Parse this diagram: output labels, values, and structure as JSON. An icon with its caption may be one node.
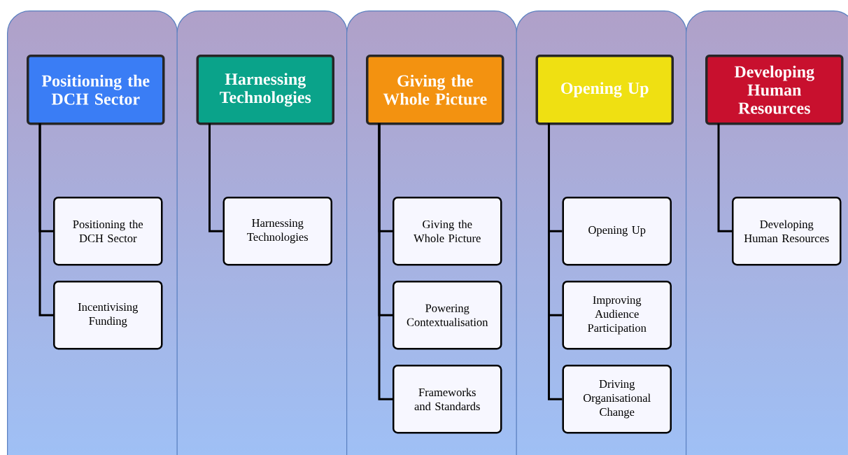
{
  "diagram": {
    "nodes": [
      {
        "text": [],
        "shape": "box"
      },
      {
        "text": [
          "Positioning the DCH Sector"
        ],
        "in": 0
      },
      {
        "text": [
          "Positioning the DCH Sector"
        ],
        "in": 0
      },
      {
        "text": [
          "Incentivising Funding"
        ],
        "in": 0
      },
      {
        "text": [],
        "shape": "box"
      },
      {
        "text": [
          "Harnessing Technologies"
        ],
        "in": 4
      },
      {
        "text": [
          "Harnessing Technologies"
        ],
        "in": 4
      },
      {
        "text": [],
        "shape": "box"
      },
      {
        "text": [
          "Giving the Whole Picture"
        ],
        "in": 7
      },
      {
        "text": [
          "Giving the Whole Picture"
        ],
        "in": 7
      },
      {
        "text": [
          "Powering Contextualisation"
        ],
        "in": 7
      },
      {
        "text": [
          "Frameworks and Standards"
        ],
        "in": 7
      },
      {
        "text": [],
        "shape": "box"
      },
      {
        "text": [
          "Opening Up"
        ],
        "in": 12
      },
      {
        "text": [
          "Opening Up"
        ],
        "in": 12
      },
      {
        "text": [
          "Improving Audience Participation"
        ],
        "in": 12
      },
      {
        "text": [
          "Driving Organisational Change"
        ],
        "in": 12
      },
      {
        "text": [],
        "shape": "box"
      },
      {
        "text": [
          "Developing Human Resources"
        ],
        "in": 17
      },
      {
        "text": [
          "Developing Human Resources"
        ],
        "in": 17
      }
    ],
    "edges": [
      {
        "from": 1,
        "to": 2,
        "arrow": "none"
      },
      {
        "from": 1,
        "to": 3,
        "arrow": "none"
      },
      {
        "from": 5,
        "to": 6,
        "arrow": "none"
      },
      {
        "from": 8,
        "to": 9,
        "arrow": "none"
      },
      {
        "from": 8,
        "to": 10,
        "arrow": "none"
      },
      {
        "from": 8,
        "to": 11,
        "arrow": "none"
      },
      {
        "from": 13,
        "to": 14,
        "arrow": "none"
      },
      {
        "from": 13,
        "to": 15,
        "arrow": "none"
      },
      {
        "from": 13,
        "to": 16,
        "arrow": "none"
      },
      {
        "from": 18,
        "to": 19,
        "arrow": "none"
      }
    ]
  }
}
